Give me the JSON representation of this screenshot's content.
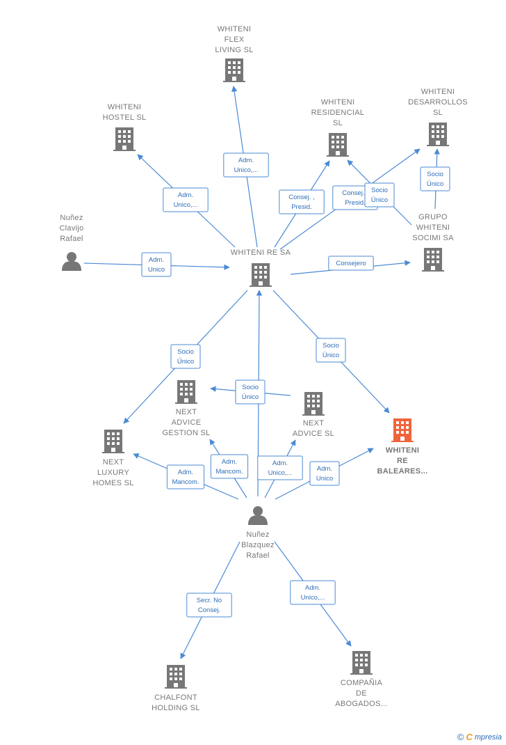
{
  "colors": {
    "edge": "#4a8ad4",
    "node": "#777777",
    "focus_node": "#f0643c"
  },
  "nodes": [
    {
      "id": "flex",
      "type": "company",
      "lines": [
        "WHITENI",
        "FLEX",
        "LIVING  SL"
      ]
    },
    {
      "id": "hostel",
      "type": "company",
      "lines": [
        "WHITENI",
        "HOSTEL  SL"
      ]
    },
    {
      "id": "residencial",
      "type": "company",
      "lines": [
        "WHITENI",
        "RESIDENCIAL",
        "SL"
      ]
    },
    {
      "id": "desarrollos",
      "type": "company",
      "lines": [
        "WHITENI",
        "DESARROLLOS",
        "SL"
      ]
    },
    {
      "id": "clavijo",
      "type": "person",
      "lines": [
        "Nuñez",
        "Clavijo",
        "Rafael"
      ]
    },
    {
      "id": "whiteni_re",
      "type": "company",
      "lines": [
        "WHITENI RE SA"
      ]
    },
    {
      "id": "grupo",
      "type": "company",
      "lines": [
        "GRUPO",
        "WHITENI",
        "SOCIMI SA"
      ]
    },
    {
      "id": "next_gestion",
      "type": "company",
      "lines": [
        "NEXT",
        "ADVICE",
        "GESTION  SL"
      ]
    },
    {
      "id": "next_advice",
      "type": "company",
      "lines": [
        "NEXT",
        "ADVICE  SL"
      ]
    },
    {
      "id": "baleares",
      "type": "company",
      "focus": true,
      "lines": [
        "WHITENI",
        "RE",
        "BALEARES..."
      ]
    },
    {
      "id": "next_luxury",
      "type": "company",
      "lines": [
        "NEXT",
        "LUXURY",
        "HOMES  SL"
      ]
    },
    {
      "id": "blazquez",
      "type": "person",
      "lines": [
        "Nuñez",
        "Blazquez",
        "Rafael"
      ]
    },
    {
      "id": "chalfont",
      "type": "company",
      "lines": [
        "CHALFONT",
        "HOLDING SL"
      ]
    },
    {
      "id": "compania",
      "type": "company",
      "lines": [
        "COMPAÑIA",
        "DE",
        "ABOGADOS..."
      ]
    }
  ],
  "edges": [
    {
      "from": "whiteni_re",
      "to": "flex",
      "label": [
        "Adm.",
        "Unico,..."
      ]
    },
    {
      "from": "whiteni_re",
      "to": "hostel",
      "label": [
        "Adm.",
        "Unico,..."
      ]
    },
    {
      "from": "whiteni_re",
      "to": "residencial",
      "label": [
        "Consej. ,",
        "Presid."
      ]
    },
    {
      "from": "whiteni_re",
      "to": "desarrollos",
      "label": [
        "Consej. ,",
        "Presid."
      ]
    },
    {
      "from": "grupo",
      "to": "residencial",
      "label": [
        "Socio",
        "Único"
      ]
    },
    {
      "from": "grupo",
      "to": "desarrollos",
      "label": [
        "Socio",
        "Único"
      ]
    },
    {
      "from": "clavijo",
      "to": "whiteni_re",
      "label": [
        "Adm.",
        "Unico"
      ]
    },
    {
      "from": "whiteni_re",
      "to": "grupo",
      "label": [
        "Consejero"
      ]
    },
    {
      "from": "whiteni_re",
      "to": "next_luxury",
      "label": [
        "Socio",
        "Único"
      ]
    },
    {
      "from": "whiteni_re",
      "to": "baleares",
      "label": [
        "Socio",
        "Único"
      ]
    },
    {
      "from": "blazquez",
      "to": "whiteni_re",
      "label": []
    },
    {
      "from": "next_advice",
      "to": "next_gestion",
      "label": [
        "Socio",
        "Único"
      ]
    },
    {
      "from": "blazquez",
      "to": "next_luxury",
      "label": [
        "Adm.",
        "Mancom."
      ]
    },
    {
      "from": "blazquez",
      "to": "next_gestion",
      "label": [
        "Adm.",
        "Mancom."
      ]
    },
    {
      "from": "blazquez",
      "to": "next_advice",
      "label": [
        "Adm.",
        "Unico,..."
      ]
    },
    {
      "from": "blazquez",
      "to": "baleares",
      "label": [
        "Adm.",
        "Unico"
      ]
    },
    {
      "from": "blazquez",
      "to": "chalfont",
      "label": [
        "Secr.  No",
        "Consej."
      ]
    },
    {
      "from": "blazquez",
      "to": "compania",
      "label": [
        "Adm.",
        "Unico,..."
      ]
    }
  ],
  "brand": {
    "copyright": "©",
    "initial": "C",
    "rest": "mpresia"
  }
}
